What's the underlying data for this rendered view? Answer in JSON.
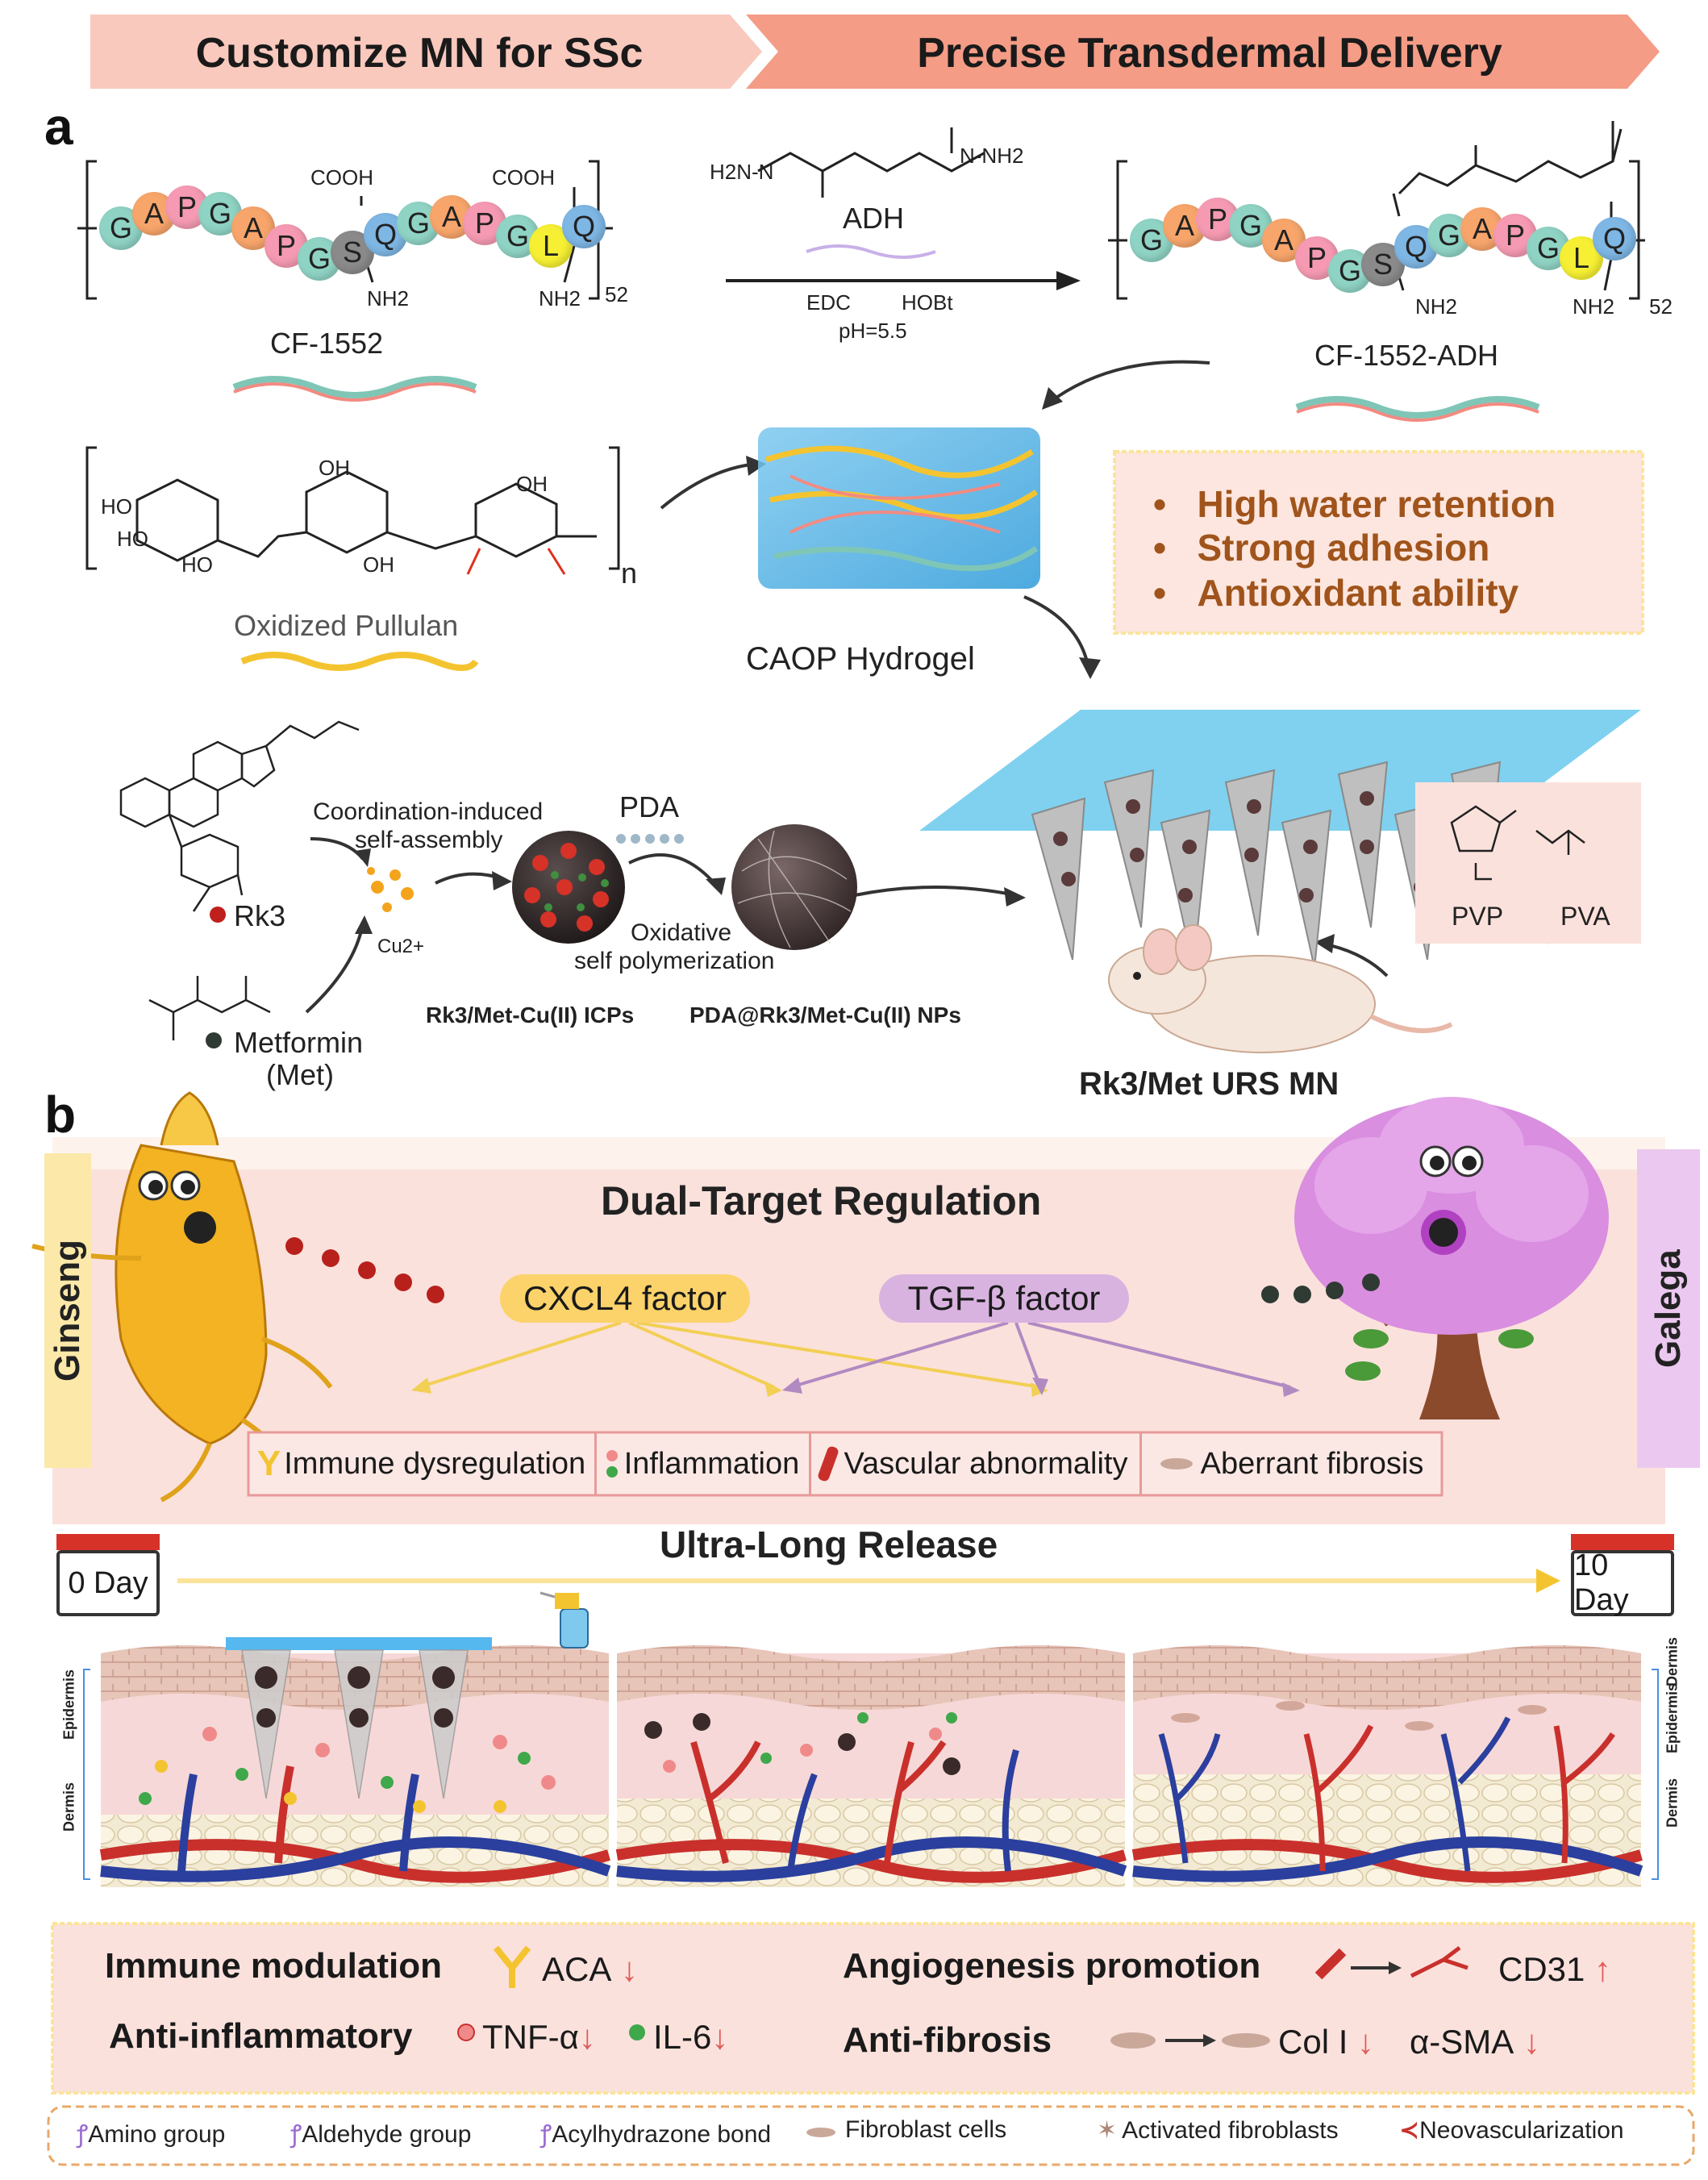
{
  "banner": {
    "left": "Customize MN for SSc",
    "right": "Precise Transdermal Delivery"
  },
  "panel_a": {
    "letter": "a",
    "peptide_seq": [
      "G",
      "A",
      "P",
      "G",
      "A",
      "P",
      "G",
      "S",
      "Q",
      "G",
      "A",
      "P",
      "G",
      "L",
      "Q"
    ],
    "cooh": "COOH",
    "nh2": "NH2",
    "repeat": "52",
    "cf1552": "CF-1552",
    "cf1552_adh": "CF-1552-ADH",
    "adh": "ADH",
    "adh_left": "H2N-N",
    "adh_right": "N-NH2",
    "edc": "EDC",
    "hobt": "HOBt",
    "ph": "pH=5.5",
    "pullulan": "Oxidized Pullulan",
    "oh": "OH",
    "ho": "HO",
    "n_sub": "n",
    "hydrogel": "CAOP Hydrogel",
    "properties": [
      "High water retention",
      "Strong adhesion",
      "Antioxidant ability"
    ],
    "coordination": "Coordination-induced",
    "self_assembly": "self-assembly",
    "cu": "Cu2+",
    "pda": "PDA",
    "oxidative": "Oxidative",
    "self_poly": "self polymerization",
    "rk3": "Rk3",
    "metformin": "Metformin",
    "met": "(Met)",
    "icps": "Rk3/Met-Cu(II) ICPs",
    "nps": "PDA@Rk3/Met-Cu(II) NPs",
    "pvp": "PVP",
    "pva": "PVA",
    "urs": "Rk3/Met URS MN"
  },
  "panel_b": {
    "letter": "b",
    "title": "Dual-Target Regulation",
    "ginseng": "Ginseng",
    "galega": "Galega",
    "cxcl4": "CXCL4 factor",
    "tgfb": "TGF-β factor",
    "targets": [
      "Immune dysregulation",
      "Inflammation",
      "Vascular abnormality",
      "Aberrant fibrosis"
    ],
    "release": "Ultra-Long Release",
    "day0": "0 Day",
    "day10": "10 Day",
    "dermis": "Dermis",
    "epidermis": "Epidermis",
    "effects": {
      "immune": "Immune modulation",
      "aca": "ACA",
      "anti_inflam": "Anti-inflammatory",
      "tnf": "TNF-α",
      "il6": "IL-6",
      "angio": "Angiogenesis promotion",
      "cd31": "CD31",
      "anti_fib": "Anti-fibrosis",
      "col": "Col I",
      "asma": "α-SMA"
    },
    "legend": [
      "Amino group",
      "Aldehyde group",
      "Acylhydrazone bond",
      "Fibroblast cells",
      "Activated fibroblasts",
      "Neovascularization"
    ]
  },
  "colors": {
    "banner_left": "#f9c9bd",
    "banner_right": "#f49c86",
    "prop_text": "#a0541b",
    "prop_box": "#fde6df",
    "dual_bg": "#fbe1dc",
    "cxcl4_fill": "#fbd36a",
    "tgfb_fill": "#d9b3e0",
    "ginseng_tab": "#fce8a8",
    "galega_tab": "#ebc8ef",
    "red_arrow": "#e05a5a",
    "vessel_red": "#c9302c",
    "vessel_blue": "#2b3f9e",
    "skin": "#f7d8d8"
  }
}
